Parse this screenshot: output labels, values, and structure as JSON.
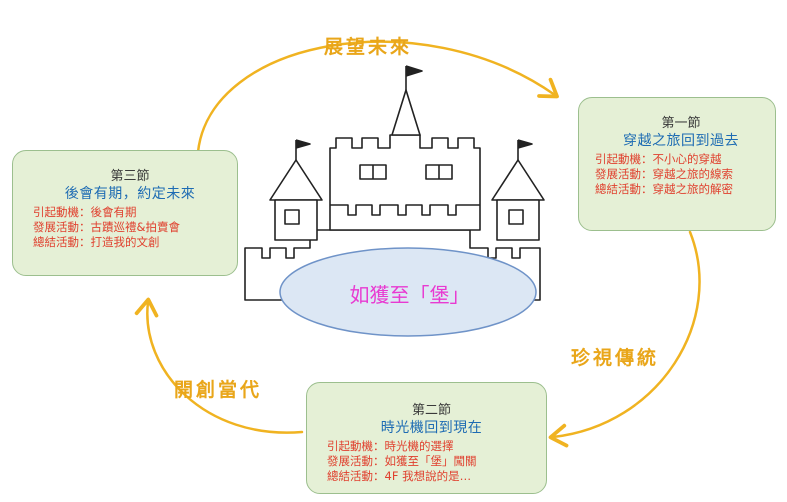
{
  "center": {
    "label": "如獲至「堡」"
  },
  "curve_labels": {
    "top": "展望未來",
    "right": "珍視傳統",
    "left": "開創當代"
  },
  "cards": {
    "section1": {
      "title": "第一節",
      "subtitle": "穿越之旅回到過去",
      "items": [
        "引起動機：不小心的穿越",
        "發展活動：穿越之旅的線索",
        "總結活動：穿越之旅的解密"
      ]
    },
    "section2": {
      "title": "第二節",
      "subtitle": "時光機回到現在",
      "items": [
        "引起動機：時光機的選擇",
        "發展活動：如獲至「堡」闖關",
        "總結活動：4F 我想說的是…"
      ]
    },
    "section3": {
      "title": "第三節",
      "subtitle": "後會有期，約定未來",
      "items": [
        "引起動機：後會有期",
        "發展活動：古蹟巡禮&拍賣會",
        "總結活動：打造我的文創"
      ]
    }
  },
  "colors": {
    "arrow": "#f0b321",
    "card_fill": "#e5f0d6",
    "card_border": "#9cbf8e",
    "card_title_sub": "#1d6bb3",
    "card_items": "#e0402e",
    "ellipse_fill": "#dce7f4",
    "ellipse_stroke": "#6f93c8",
    "center_text": "#e83ad1",
    "curve_text": "#e9a61a"
  }
}
